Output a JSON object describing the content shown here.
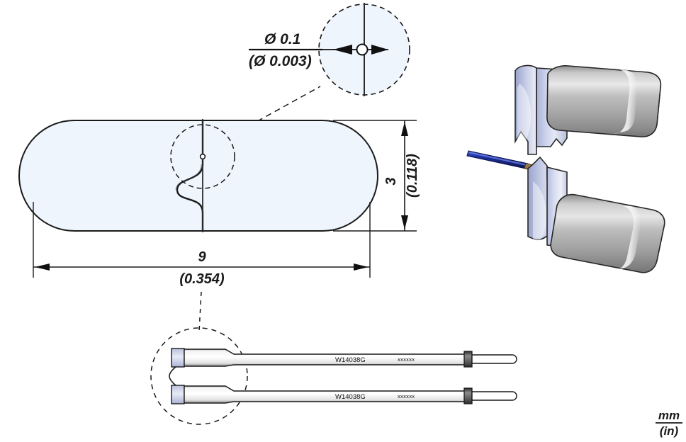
{
  "document": {
    "type": "engineering-drawing",
    "part_number": "W14038G",
    "units_note_top": "mm",
    "units_note_bottom": "(in)"
  },
  "detail_callout": {
    "tolerance_mm": "Ø 0.1",
    "tolerance_in": "(Ø 0.003)"
  },
  "dimensions": {
    "height_mm": "3",
    "height_in": "(0.118)",
    "length_mm": "9",
    "length_in": "(0.354)"
  },
  "blades": [
    {
      "label": "W14038G",
      "marking": "xxxxxx"
    },
    {
      "label": "W14038G",
      "marking": "xxxxxx"
    }
  ],
  "colors": {
    "outline": "#1a1a1a",
    "section_fill": "#eef5fd",
    "metal_light": "#d8d8d8",
    "metal_mid": "#9a9a9a",
    "metal_dark": "#6e6e6e",
    "tip_body": "#c3c9e4",
    "wire_blue": "#1a2f9c",
    "wire_copper": "#8a6a3c",
    "dim_line": "#1a1a1a"
  }
}
